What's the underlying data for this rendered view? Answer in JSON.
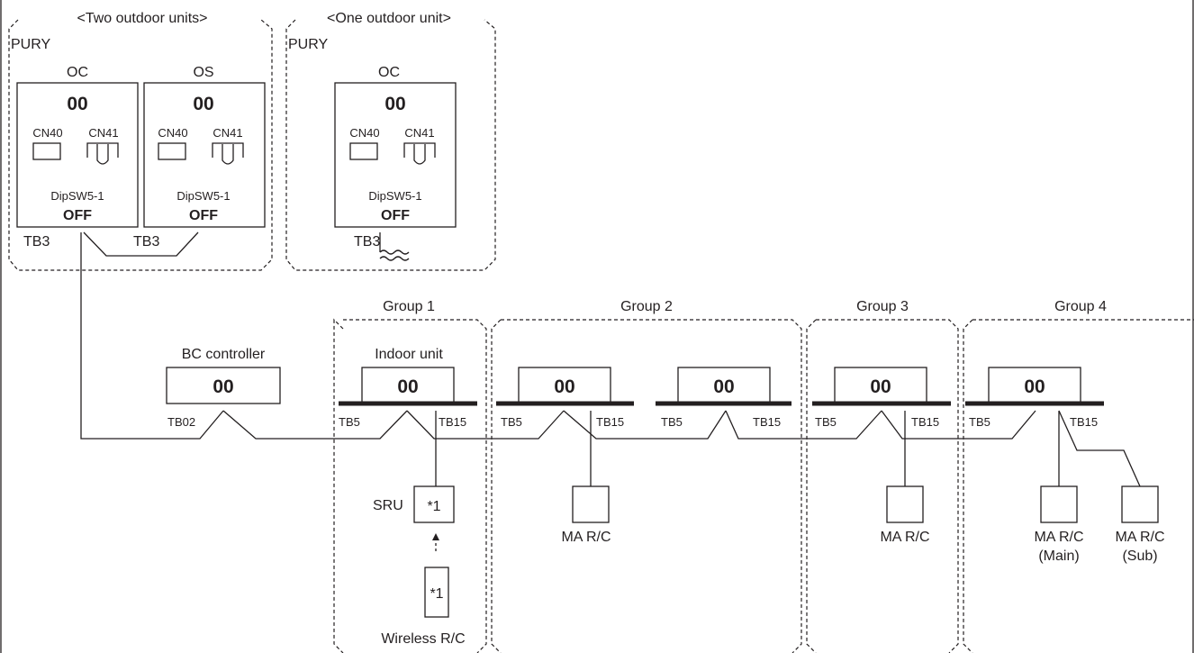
{
  "pury_groups": {
    "two_units": {
      "header": "<Two outdoor units>",
      "model": "PURY",
      "units": [
        {
          "label": "OC",
          "address": "00",
          "cn40": "CN40",
          "cn41": "CN41",
          "dipsw": "DipSW5-1",
          "state": "OFF",
          "tb": "TB3"
        },
        {
          "label": "OS",
          "address": "00",
          "cn40": "CN40",
          "cn41": "CN41",
          "dipsw": "DipSW5-1",
          "state": "OFF",
          "tb": "TB3"
        }
      ]
    },
    "one_unit": {
      "header": "<One outdoor unit>",
      "model": "PURY",
      "units": [
        {
          "label": "OC",
          "address": "00",
          "cn40": "CN40",
          "cn41": "CN41",
          "dipsw": "DipSW5-1",
          "state": "OFF",
          "tb": "TB3"
        }
      ]
    }
  },
  "bc_controller": {
    "label": "BC controller",
    "address": "00",
    "tb": "TB02"
  },
  "groups": [
    {
      "label": "Group 1",
      "indoor_label": "Indoor unit"
    },
    {
      "label": "Group 2"
    },
    {
      "label": "Group 3"
    },
    {
      "label": "Group 4"
    }
  ],
  "indoor_units": [
    {
      "address": "00",
      "tb_left": "TB5",
      "tb_right": "TB15"
    },
    {
      "address": "00",
      "tb_left": "TB5",
      "tb_right": "TB15"
    },
    {
      "address": "00",
      "tb_left": "TB5",
      "tb_right": "TB15"
    },
    {
      "address": "00",
      "tb_left": "TB5",
      "tb_right": "TB15"
    },
    {
      "address": "00",
      "tb_left": "TB5",
      "tb_right": "TB15"
    }
  ],
  "group1_devices": {
    "sru_label": "SRU",
    "sru_mark": "*1",
    "wireless_mark": "*1",
    "wireless_label": "Wireless R/C"
  },
  "remote_controllers": {
    "group2": "MA R/C",
    "group3": "MA R/C",
    "group4_main": [
      "MA R/C",
      "(Main)"
    ],
    "group4_sub": [
      "MA R/C",
      "(Sub)"
    ]
  }
}
